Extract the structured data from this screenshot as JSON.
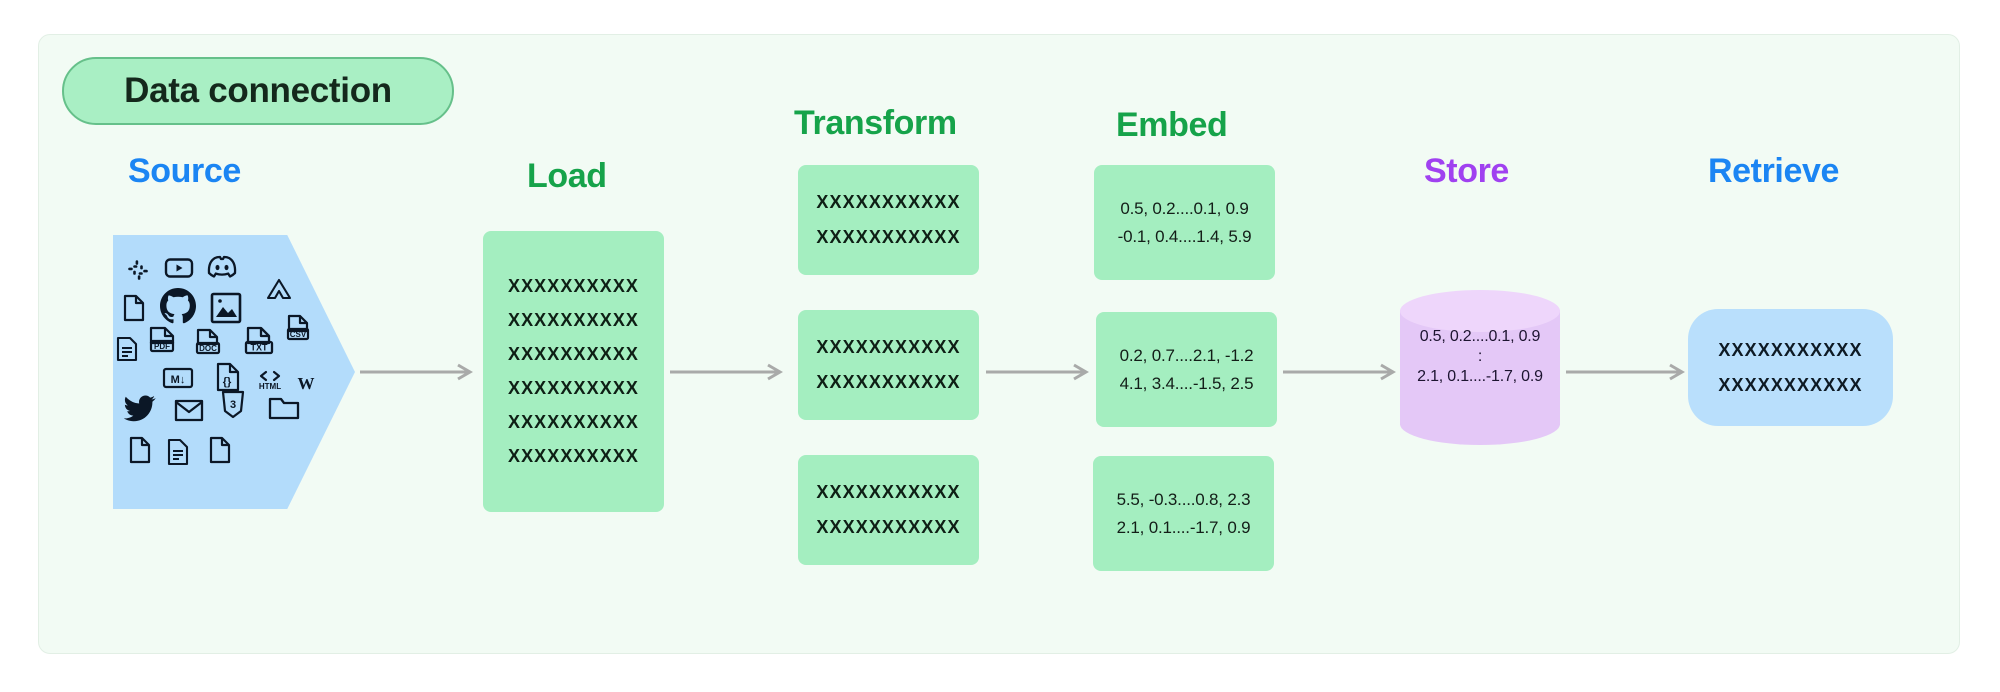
{
  "badge": {
    "label": "Data connection"
  },
  "headings": {
    "source": "Source",
    "load": "Load",
    "transform": "Transform",
    "embed": "Embed",
    "store": "Store",
    "retrieve": "Retrieve"
  },
  "colors": {
    "frame_bg": "#f2fbf4",
    "badge_bg": "#a9efc4",
    "badge_border": "#66c08a",
    "green_box": "#a4eec0",
    "blue_shape": "#b3dcfb",
    "blue_box": "#b9dffc",
    "purple_cylinder": "#e4c8f7",
    "heading_blue": "#1b85f3",
    "heading_green": "#16a34a",
    "heading_purple": "#a041f0",
    "arrow_gray": "#a9aaa9"
  },
  "source": {
    "icons": [
      "slack-icon",
      "youtube-icon",
      "discord-icon",
      "document-icon",
      "github-icon",
      "image-icon",
      "google-drive-icon",
      "text-lines-icon",
      "pdf-file-icon",
      "doc-file-icon",
      "txt-file-icon",
      "ppt-file-icon",
      "csv-file-icon",
      "markdown-icon",
      "json-file-icon",
      "html-code-icon",
      "wikipedia-icon",
      "twitter-icon",
      "email-icon",
      "css3-icon",
      "folder-icon",
      "blank-document-icon",
      "lined-document-icon",
      "page-icon"
    ]
  },
  "load": {
    "lines": [
      "XXXXXXXXXX",
      "XXXXXXXXXX",
      "XXXXXXXXXX",
      "XXXXXXXXXX",
      "XXXXXXXXXX",
      "XXXXXXXXXX"
    ]
  },
  "transform": {
    "boxes": [
      {
        "lines": [
          "XXXXXXXXXXX",
          "XXXXXXXXXXX"
        ]
      },
      {
        "lines": [
          "XXXXXXXXXXX",
          "XXXXXXXXXXX"
        ]
      },
      {
        "lines": [
          "XXXXXXXXXXX",
          "XXXXXXXXXXX"
        ]
      }
    ]
  },
  "embed": {
    "boxes": [
      {
        "lines": [
          "0.5, 0.2....0.1, 0.9",
          "-0.1, 0.4....1.4, 5.9"
        ]
      },
      {
        "lines": [
          "0.2, 0.7....2.1, -1.2",
          "4.1, 3.4....-1.5, 2.5"
        ]
      },
      {
        "lines": [
          "5.5, -0.3....0.8, 2.3",
          "2.1, 0.1....-1.7, 0.9"
        ]
      }
    ]
  },
  "store": {
    "lines": [
      "0.5, 0.2....0.1, 0.9",
      ":",
      "2.1, 0.1....-1.7, 0.9"
    ]
  },
  "retrieve": {
    "lines": [
      "XXXXXXXXXXX",
      "XXXXXXXXXXX"
    ]
  }
}
